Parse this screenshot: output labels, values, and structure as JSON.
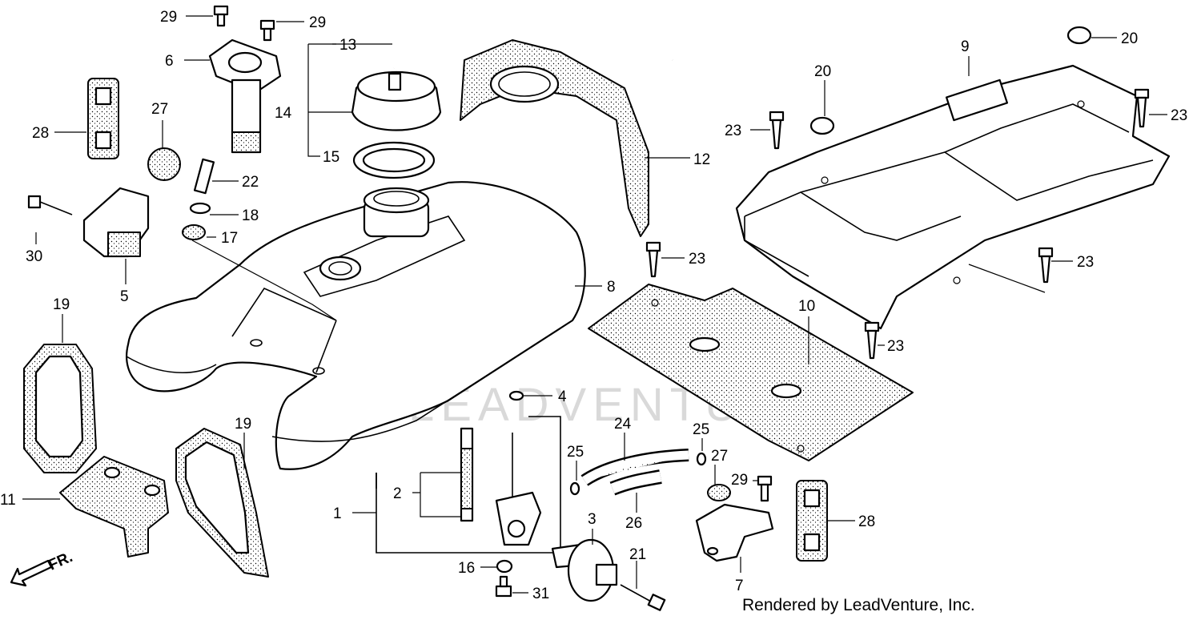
{
  "diagram": {
    "credit": "Rendered by LeadVenture, Inc.",
    "watermark_text": "LEADVENTURE",
    "direction_label": "FR.",
    "colors": {
      "ink": "#000000",
      "paper": "#ffffff",
      "watermark": "#d9d9d9"
    },
    "callouts": {
      "c29a": "29",
      "c29b": "29",
      "c6": "6",
      "c13": "13",
      "c14": "14",
      "c15": "15",
      "c12": "12",
      "c9": "9",
      "c20a": "20",
      "c20b": "20",
      "c23a": "23",
      "c23b": "23",
      "c28a": "28",
      "c27a": "27",
      "c22": "22",
      "c18": "18",
      "c17": "17",
      "c30": "30",
      "c5": "5",
      "c8": "8",
      "c23c": "23",
      "c23d": "23",
      "c23e": "23",
      "c10": "10",
      "c19a": "19",
      "c4": "4",
      "c24": "24",
      "c25a": "25",
      "c25b": "25",
      "c27b": "27",
      "c29c": "29",
      "c2": "2",
      "c1": "1",
      "c11": "11",
      "c19b": "19",
      "c26": "26",
      "c3": "3",
      "c28b": "28",
      "c16": "16",
      "c21": "21",
      "c7": "7",
      "c31": "31"
    }
  }
}
